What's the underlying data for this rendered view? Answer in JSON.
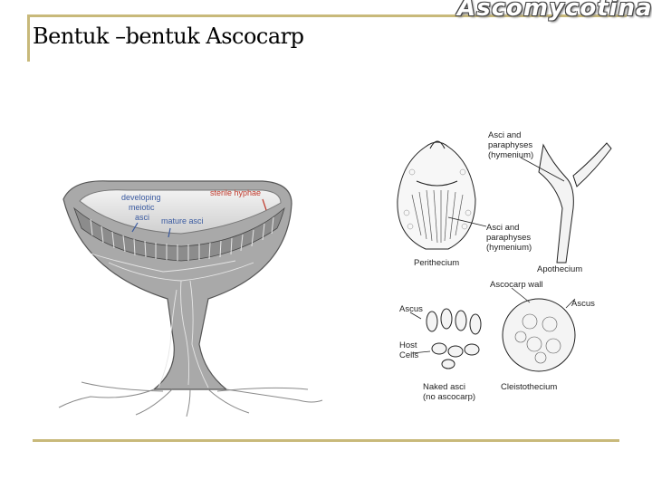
{
  "slide": {
    "title": "Bentuk –bentuk Ascocarp",
    "brand": "Ascomycotina"
  },
  "left_figure": {
    "labels": {
      "developing": "developing",
      "meiotic": "meiotic",
      "asci": "asci",
      "mature_asci": "mature asci",
      "sterile_hyphae": "sterile hyphae"
    }
  },
  "right_figure": {
    "labels": {
      "asci_and": "Asci and",
      "paraphyses": "paraphyses",
      "hymenium": "(hymenium)",
      "asci_and_2": "Asci and",
      "paraphyses_2": "paraphyses",
      "hymenium_2": "(hymenium)",
      "perithecium": "Perithecium",
      "apothecium": "Apothecium",
      "ascocarp_wall": "Ascocarp wall",
      "ascus_left": "Ascus",
      "ascus_right": "Ascus",
      "host": "Host",
      "cells": "Cells",
      "naked_asci": "Naked asci",
      "no_ascocarp": "(no ascocarp)",
      "cleistothecium": "Cleistothecium"
    }
  }
}
